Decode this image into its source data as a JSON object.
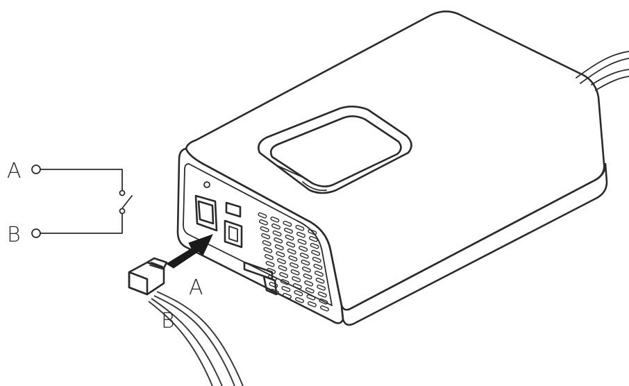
{
  "labels": {
    "terminal_a": "A",
    "terminal_b": "B",
    "wire_a": "A",
    "wire_b": "B"
  },
  "colors": {
    "line": "#2a2a2a",
    "device_fill": "#ffffff",
    "shade": "#e6e6e6",
    "arrow": "#1a1a1a"
  }
}
